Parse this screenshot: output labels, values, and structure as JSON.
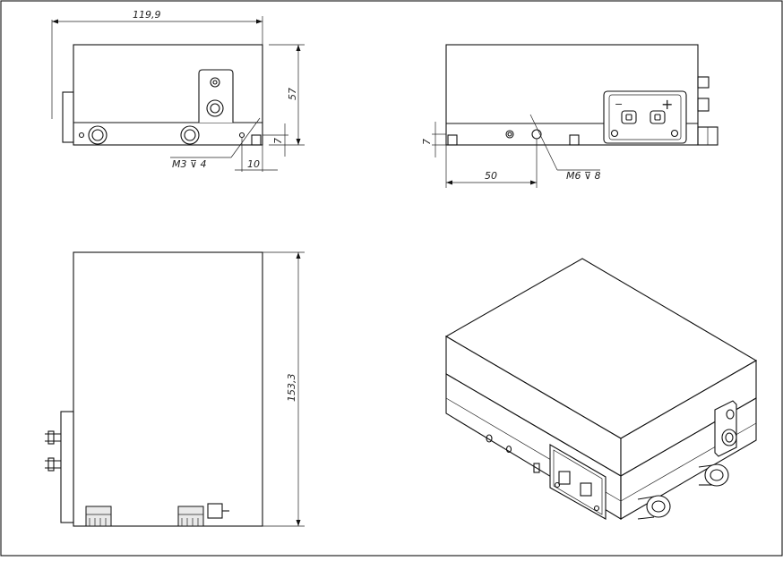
{
  "drawing": {
    "dimensions": {
      "width_top": "119,9",
      "height_front": "57",
      "offset_left_7": "7",
      "offset_left_10": "10",
      "thread_m3": "M3 ⊽ 4",
      "offset_right_7": "7",
      "offset_50": "50",
      "thread_m6": "M6 ⊽ 8",
      "length_153": "153,3"
    },
    "connector": {
      "minus": "−",
      "plus": "+"
    },
    "icons": [
      "thread-depth-icon"
    ]
  }
}
